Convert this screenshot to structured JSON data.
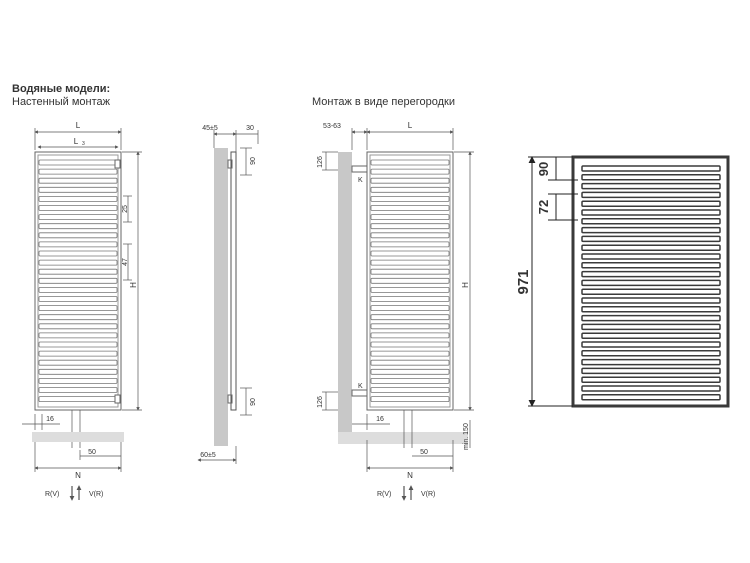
{
  "headings": {
    "water_models": "Водяные модели:",
    "wall_mount": "Настенный монтаж",
    "partition_mount": "Монтаж в виде перегородки"
  },
  "labels": {
    "L": "L",
    "L3": "L",
    "L3_sub": "3",
    "H": "H",
    "N": "N",
    "K": "K",
    "d25": "25",
    "d47": "47",
    "d16": "16",
    "d50": "50",
    "d45": "45±5",
    "d30": "30",
    "d90": "90",
    "d60": "60±5",
    "d5363": "53-63",
    "d126": "126",
    "dmin150": "min. 150",
    "rv": "R(V)",
    "vr": "V(R)",
    "big90": "90",
    "big72": "72",
    "big971": "971"
  },
  "colors": {
    "line": "#555555",
    "dark": "#222222",
    "wall": "#c8c8c8",
    "frame": "#3a3a3a"
  }
}
